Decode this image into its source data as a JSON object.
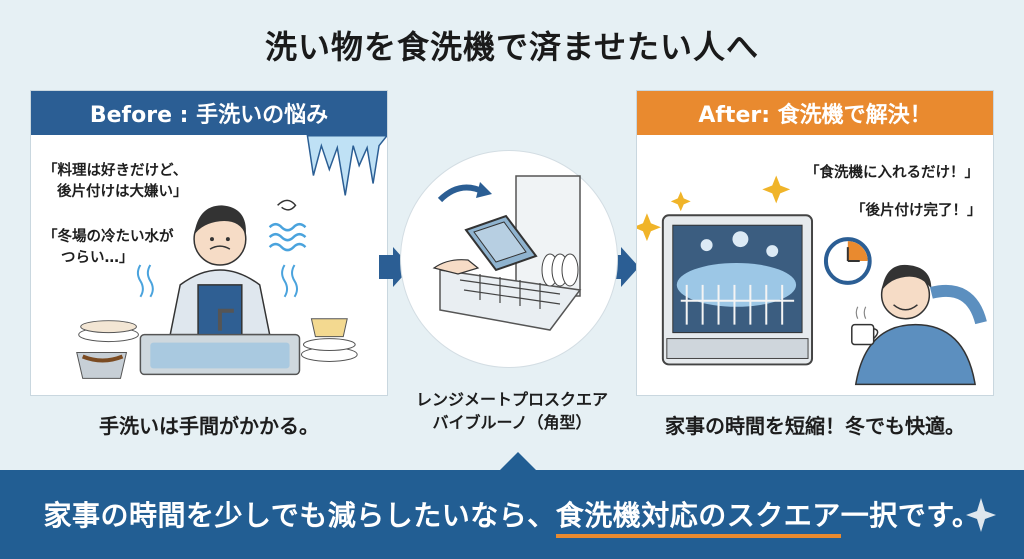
{
  "title": "洗い物を食洗機で済ませたい人へ",
  "before": {
    "header": "Before : 手洗いの悩み",
    "quote1_line1": "「料理は好きだけど、",
    "quote1_line2": "後片付けは大嫌い」",
    "quote2_line1": "「冬場の冷たい水が",
    "quote2_line2": "つらい…」",
    "caption": "手洗いは手間がかかる。"
  },
  "center": {
    "product_line1": "レンジメートプロスクエア",
    "product_line2": "バイブルーノ（角型）"
  },
  "after": {
    "header": "After: 食洗機で解決！",
    "quote1": "「食洗機に入れるだけ！」",
    "quote2": "「後片付け完了！」",
    "caption": "家事の時間を短縮！冬でも快適。"
  },
  "banner": {
    "text_before": "家事の時間を少しでも減らしたいなら、",
    "text_highlight": "食洗機対応のスクエア",
    "text_after": "一択です。"
  },
  "colors": {
    "blue": "#225e93",
    "orange": "#e98a2f",
    "background": "#e6f0f4"
  }
}
